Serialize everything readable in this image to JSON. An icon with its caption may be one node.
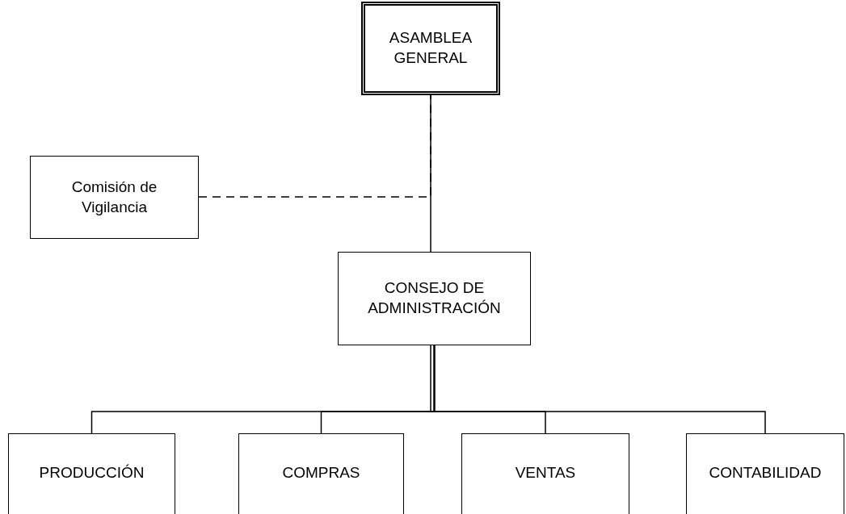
{
  "diagram": {
    "nodes": [
      {
        "text": [
          "ASAMBLEA GENERAL"
        ]
      },
      {
        "text": [
          "Comisión de Vigilancia"
        ]
      },
      {
        "text": [
          "CONSEJO DE ADMINISTRACIÓN"
        ]
      },
      {
        "text": [
          "PRODUCCIÓN"
        ]
      },
      {
        "text": [
          "COMPRAS"
        ]
      },
      {
        "text": [
          "VENTAS"
        ]
      },
      {
        "text": [
          "CONTABILIDAD"
        ]
      }
    ],
    "edges": [
      {
        "from": 0,
        "to": 2,
        "arrow": "none"
      },
      {
        "from": 1,
        "to": 0,
        "arrow": "none",
        "style": "dashed"
      },
      {
        "from": 2,
        "to": 3,
        "arrow": "none"
      },
      {
        "from": 2,
        "to": 4,
        "arrow": "none"
      },
      {
        "from": 2,
        "to": 5,
        "arrow": "none"
      },
      {
        "from": 2,
        "to": 6,
        "arrow": "none"
      }
    ]
  }
}
